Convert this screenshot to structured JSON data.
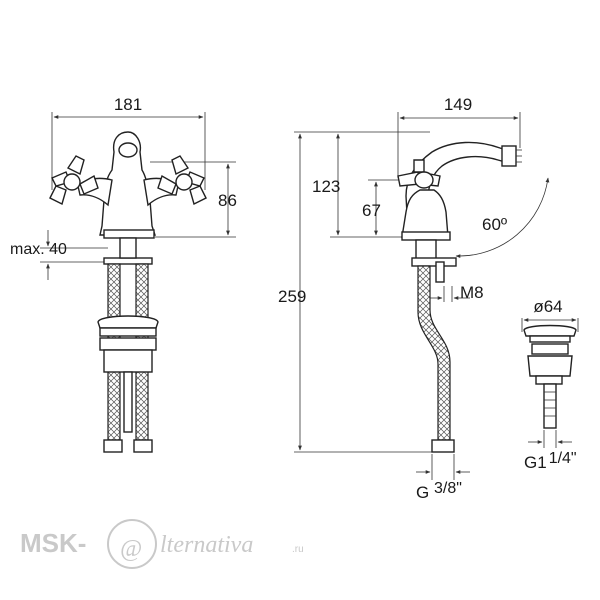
{
  "dimensions": {
    "front_width": "181",
    "front_height": "86",
    "front_max_deck": "max. 40",
    "side_reach": "149",
    "side_total_height": "259",
    "side_spout_height": "123",
    "side_handle_height": "67",
    "side_swivel_angle": "60º",
    "side_thread": "M8",
    "side_connection_g": "G",
    "side_connection_fraction": "3/8\"",
    "waste_diameter": "ø64",
    "waste_thread_g": "G1",
    "waste_thread_fraction": "1/4\""
  },
  "watermark": {
    "brand": "MSK-",
    "at_symbol": "@",
    "script": "lternativa",
    "tld": ".ru"
  },
  "colors": {
    "line": "#222222",
    "watermark": "#c9c9c9"
  }
}
